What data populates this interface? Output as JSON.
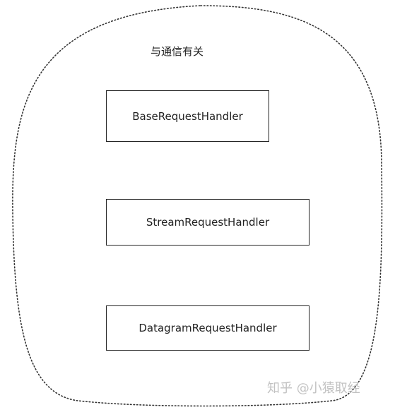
{
  "diagram": {
    "group_label": "与通信有关",
    "boxes": [
      {
        "label": "BaseRequestHandler"
      },
      {
        "label": "StreamRequestHandler"
      },
      {
        "label": "DatagramRequestHandler"
      }
    ]
  },
  "watermark": "知乎 @小猿取经",
  "colors": {
    "stroke": "#222222",
    "background": "#ffffff",
    "watermark": "#c2c2c2"
  }
}
